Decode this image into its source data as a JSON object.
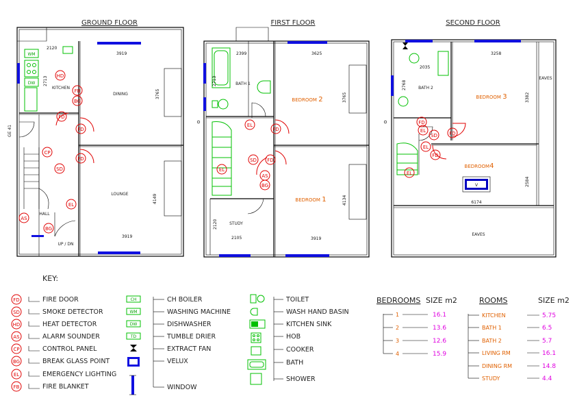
{
  "floors": {
    "ground": {
      "title": "GROUND FLOOR",
      "rooms": {
        "kitchen": "KITCHEN",
        "dining": "DINING",
        "lounge": "LOUNGE",
        "hall": "HALL"
      },
      "dims": {
        "top_left": "2120",
        "top_right": "3919",
        "kitchen_v": "2713",
        "dining_v": "3765",
        "lounge_v": "4149",
        "bottom": "3919",
        "updown": "UP / DN",
        "side": "GE 41"
      }
    },
    "first": {
      "title": "FIRST FLOOR",
      "rooms": {
        "bath": "BATH 1",
        "bed2_word": "BEDROOM",
        "bed2_num": "2",
        "bed1_word": "BEDROOM",
        "bed1_num": "1",
        "study": "STUDY"
      },
      "dims": {
        "top_left": "2399",
        "top_right": "3625",
        "bath_v": "2713",
        "bed2_v": "3765",
        "bed1_v": "4134",
        "study_v": "2120",
        "study_bottom": "2105",
        "bottom": "3919"
      }
    },
    "second": {
      "title": "SECOND FLOOR",
      "rooms": {
        "bath": "BATH 2",
        "bed3_word": "BEDROOM",
        "bed3_num": "3",
        "bed4_word": "BEDROOM",
        "bed4_num": "4",
        "eaves_right": "EAVES",
        "eaves_bottom": "EAVES"
      },
      "dims": {
        "bath_h": "2035",
        "top_right": "3258",
        "bath_v": "2768",
        "bed3_v": "3382",
        "bed4_v": "2584",
        "bed4_h": "6174",
        "velux_mark": "V"
      }
    }
  },
  "symbols": {
    "FD": "FD",
    "SD": "SD",
    "HD": "HD",
    "AS": "AS",
    "CP": "CP",
    "BG": "BG",
    "EL": "EL",
    "FB": "FB",
    "WM": "WM",
    "DW": "DW",
    "TD": "TD",
    "CH": "CH"
  },
  "key": {
    "title": "KEY:",
    "red_items": [
      {
        "code": "FD",
        "label": "FIRE DOOR"
      },
      {
        "code": "SD",
        "label": "SMOKE DETECTOR"
      },
      {
        "code": "HD",
        "label": "HEAT DETECTOR"
      },
      {
        "code": "AS",
        "label": "ALARM SOUNDER"
      },
      {
        "code": "CP",
        "label": "CONTROL PANEL"
      },
      {
        "code": "BG",
        "label": "BREAK GLASS POINT"
      },
      {
        "code": "EL",
        "label": "EMERGENCY LIGHTING"
      },
      {
        "code": "FB",
        "label": "FIRE BLANKET"
      }
    ],
    "appliances": [
      {
        "code": "CH",
        "label": "CH BOILER"
      },
      {
        "code": "WM",
        "label": "WASHING MACHINE"
      },
      {
        "code": "DW",
        "label": "DISHWASHER"
      },
      {
        "code": "TD",
        "label": "TUMBLE DRIER"
      },
      {
        "code": "",
        "label": "EXTRACT FAN"
      },
      {
        "code": "",
        "label": "VELUX"
      },
      {
        "code": "",
        "label": "WINDOW"
      }
    ],
    "fixtures": [
      "TOILET",
      "WASH HAND BASIN",
      "KITCHEN SINK",
      "HOB",
      "COOKER",
      "BATH",
      "SHOWER"
    ]
  },
  "bedrooms_table": {
    "title": "BEDROOMS",
    "size_header": "SIZE m2",
    "rows": [
      {
        "name": "1",
        "size": "16.1"
      },
      {
        "name": "2",
        "size": "13.6"
      },
      {
        "name": "3",
        "size": "12.6"
      },
      {
        "name": "4",
        "size": "15.9"
      }
    ]
  },
  "rooms_table": {
    "title": "ROOMS",
    "size_header": "SIZE m2",
    "rows": [
      {
        "name": "KITCHEN",
        "size": "5.75"
      },
      {
        "name": "BATH 1",
        "size": "6.5"
      },
      {
        "name": "BATH 2",
        "size": "5.7"
      },
      {
        "name": "LIVING RM",
        "size": "16.1"
      },
      {
        "name": "DINING RM",
        "size": "14.8"
      },
      {
        "name": "STUDY",
        "size": "4.4"
      }
    ]
  }
}
